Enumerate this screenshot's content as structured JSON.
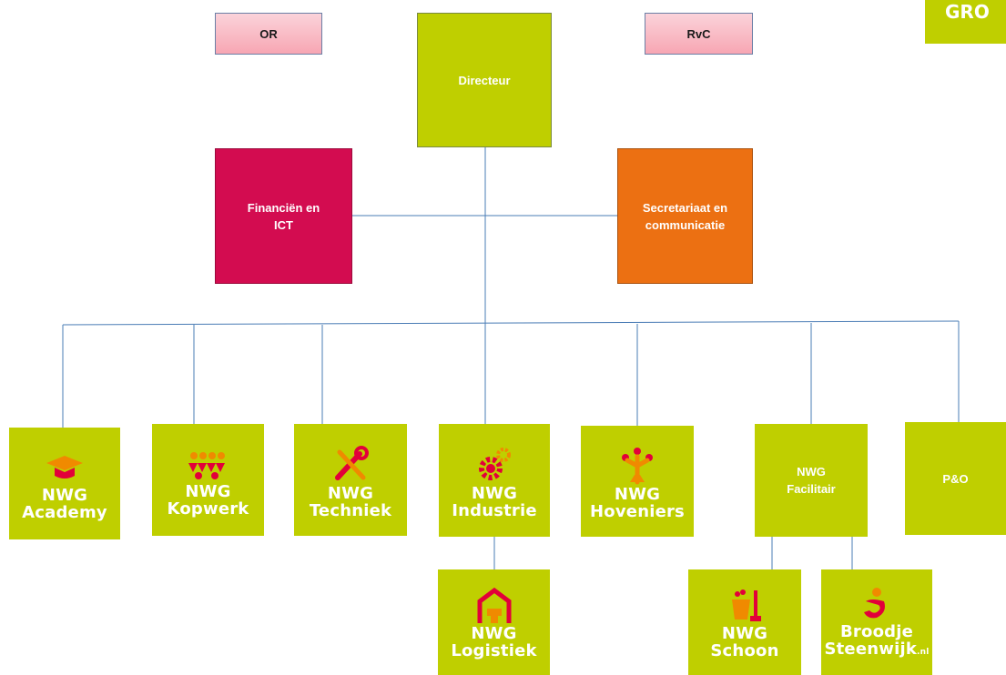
{
  "top": {
    "or": "OR",
    "rvc": "RvC",
    "director": "Directeur",
    "corner_logo": "GRO"
  },
  "staff": {
    "finance_line1": "Financiën en",
    "finance_line2": "ICT",
    "secretariat_line1": "Secretariaat en",
    "secretariat_line2": "communicatie"
  },
  "units": {
    "academy": {
      "line1": "NWG",
      "line2": "Academy",
      "icon": "graduation-cap-icon"
    },
    "kopwerk": {
      "line1": "NWG",
      "line2": "Kopwerk",
      "icon": "people-group-icon"
    },
    "techniek": {
      "line1": "NWG",
      "line2": "Techniek",
      "icon": "wrench-screwdriver-icon"
    },
    "industrie": {
      "line1": "NWG",
      "line2": "Industrie",
      "icon": "gears-icon"
    },
    "hoveniers": {
      "line1": "NWG",
      "line2": "Hoveniers",
      "icon": "tree-icon"
    },
    "facilitair": {
      "line1": "NWG",
      "line2": "Facilitair"
    },
    "po": {
      "label": "P&O"
    }
  },
  "sub_units": {
    "logistiek": {
      "line1": "NWG",
      "line2": "Logistiek",
      "icon": "warehouse-icon"
    },
    "schoon": {
      "line1": "NWG",
      "line2": "Schoon",
      "icon": "cleaning-bucket-icon"
    },
    "broodje": {
      "line1": "Broodje",
      "line2": "Steenwijk",
      "suffix": ".nl",
      "icon": "bread-icon"
    }
  },
  "colors": {
    "green": "#bfcf00",
    "magenta": "#d30c50",
    "orange": "#ec7012",
    "pink": "#f7a6b3",
    "line": "#4a7cb5",
    "icon_orange": "#f08a00",
    "icon_red": "#e2003a"
  }
}
